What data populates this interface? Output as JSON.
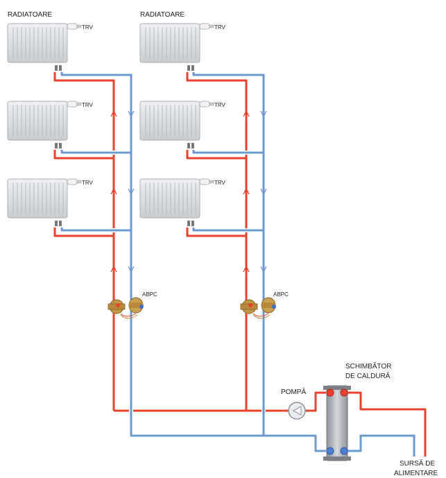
{
  "labels": {
    "radiators_left": "RADIATOARE",
    "radiators_right": "RADIATOARE",
    "trv": "TRV",
    "abpc": "ABPC",
    "pump": "POMPĂ",
    "heat_exchanger_line1": "SCHIMBĂTOR",
    "heat_exchanger_line2": "DE CALDURĂ",
    "supply_line1": "SURSĂ DE",
    "supply_line2": "ALIMENTARE"
  },
  "colors": {
    "supply_pipe": "#e8412c",
    "return_pipe": "#6a98cf",
    "radiator": "#dfe2e6",
    "valve": "#b8893a"
  }
}
